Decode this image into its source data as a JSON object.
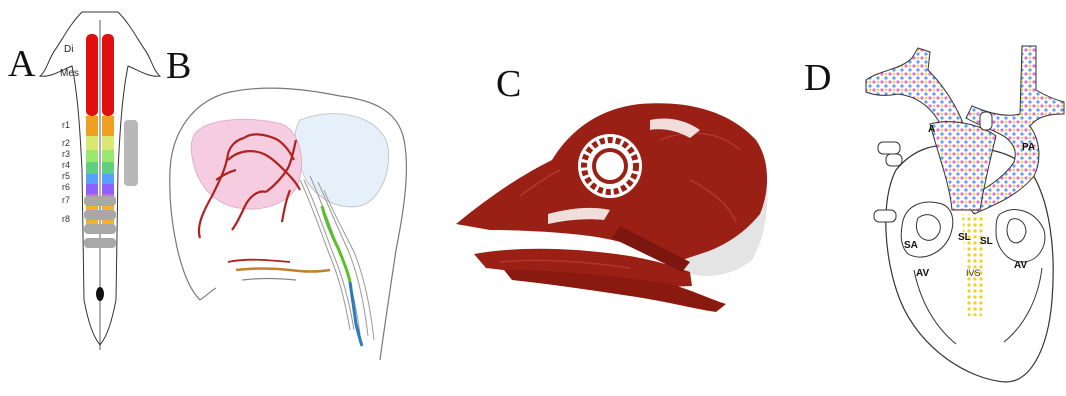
{
  "panels": {
    "a": {
      "label": "A",
      "region_labels": [
        "Di",
        "Mes"
      ],
      "rhombomeres": [
        "r1",
        "r2",
        "r3",
        "r4",
        "r5",
        "r6",
        "r7",
        "r8"
      ],
      "colors": [
        "#f0a020",
        "#d8e870",
        "#98e870",
        "#60d080",
        "#5aa0ff",
        "#9060ff",
        "#c070e0",
        "#f0b030"
      ]
    },
    "b": {
      "label": "B"
    },
    "c": {
      "label": "C"
    },
    "d": {
      "label": "D",
      "structure_labels": [
        "A",
        "PA",
        "SA",
        "SL",
        "SL",
        "AV",
        "AV",
        "IVS"
      ]
    }
  },
  "colors": {
    "neural_red": "#e01010",
    "muscle_red": "#9a1f14",
    "heart_dots_pink": "#e070e0",
    "heart_dots_blue": "#60a0f0",
    "heart_dots_yellow": "#f0d020"
  }
}
